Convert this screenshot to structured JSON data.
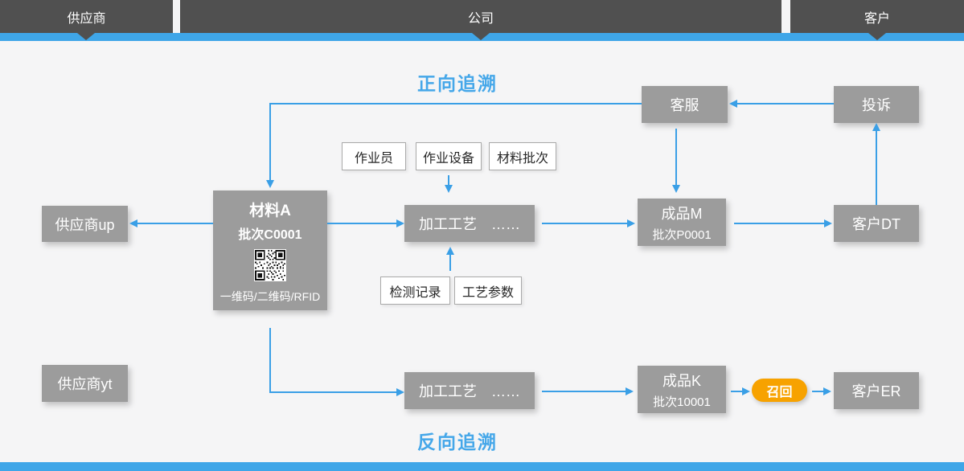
{
  "header": {
    "sections": [
      {
        "label": "供应商"
      },
      {
        "label": "公司"
      },
      {
        "label": "客户"
      }
    ]
  },
  "titles": {
    "forward": "正向追溯",
    "backward": "反向追溯"
  },
  "nodes": {
    "customer_service": {
      "label": "客服"
    },
    "complaint": {
      "label": "投诉"
    },
    "operator": {
      "label": "作业员"
    },
    "equipment": {
      "label": "作业设备"
    },
    "material_batch": {
      "label": "材料批次"
    },
    "material_a": {
      "title": "材料A",
      "batch": "批次C0001",
      "caption": "一维码/二维码/RFID"
    },
    "supplier_up": {
      "label": "供应商up"
    },
    "process_top": {
      "label": "加工工艺　……"
    },
    "product_m": {
      "title": "成品M",
      "batch": "批次P0001"
    },
    "customer_dt": {
      "label": "客户DT"
    },
    "inspection": {
      "label": "检测记录"
    },
    "parameters": {
      "label": "工艺参数"
    },
    "supplier_yt": {
      "label": "供应商yt"
    },
    "process_bottom": {
      "label": "加工工艺　……"
    },
    "product_k": {
      "title": "成品K",
      "batch": "批次10001"
    },
    "recall": {
      "label": "召回"
    },
    "customer_er": {
      "label": "客户ER"
    }
  },
  "icons": {
    "qr_code": "qr-code"
  },
  "colors": {
    "accent_blue": "#3fa6e8",
    "title_blue": "#45a7e9",
    "bar_dark": "#505050",
    "node_gray": "#9c9c9c",
    "recall_orange": "#f7a200",
    "background": "#f5f5f6"
  }
}
